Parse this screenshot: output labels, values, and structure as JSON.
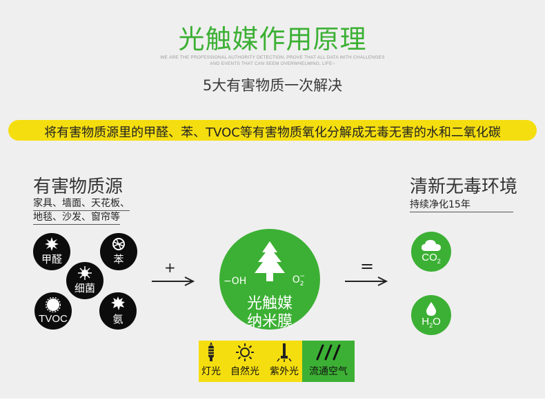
{
  "header": {
    "title": "光触媒作用原理",
    "subtitle_en_line1": "WE ARE THE PROFESSIONAL AUTHORITY DETECTION, PROVE THAT ALL DATA WITH CHALLENGES",
    "subtitle_en_line2": "AND EVENTS THAT CAN SEEM OVERWHELMING, LIFE~",
    "subtitle_cn": "5大有害物质一次解决"
  },
  "banner": {
    "text": "将有害物质源里的甲醛、苯、TVOC等有害物质氧化分解成无毒无害的水和二氧化碳",
    "color": "#f5de0f"
  },
  "left": {
    "title": "有害物质源",
    "desc_line1": "家具、墙面、天花板、",
    "desc_line2": "地毯、沙发、窗帘等",
    "substances": [
      {
        "label": "甲醛",
        "icon": "burst-icon"
      },
      {
        "label": "苯",
        "icon": "ball-icon"
      },
      {
        "label": "细菌",
        "icon": "germ-icon"
      },
      {
        "label": "TVOC",
        "icon": "gear-icon"
      },
      {
        "label": "氨",
        "icon": "splat-icon"
      }
    ]
  },
  "operators": {
    "plus": "+",
    "equals": "="
  },
  "conditions": [
    {
      "label": "灯光",
      "icon": "bulb-icon",
      "bg": "#f5de0f"
    },
    {
      "label": "自然光",
      "icon": "sun-icon",
      "bg": "#f5de0f"
    },
    {
      "label": "紫外光",
      "icon": "uv-lamp-icon",
      "bg": "#f5de0f"
    },
    {
      "label": "流通空气",
      "icon": "airflow-icon",
      "bg": "#3cb034"
    }
  ],
  "catalyst": {
    "left_label": "−OH",
    "right_label": "O",
    "right_sup": "2",
    "right_sup_sign": "−",
    "line1": "光触媒",
    "line2": "纳米膜"
  },
  "right": {
    "title": "清新无毒环境",
    "desc": "持续净化15年",
    "products": [
      {
        "main": "CO",
        "sub": "2",
        "icon": "cloud-icon"
      },
      {
        "main": "H",
        "sub": "2",
        "tail": "O",
        "icon": "droplet-icon"
      }
    ]
  },
  "colors": {
    "green": "#3cb034",
    "yellow": "#f5de0f",
    "black": "#0c0c0c"
  }
}
